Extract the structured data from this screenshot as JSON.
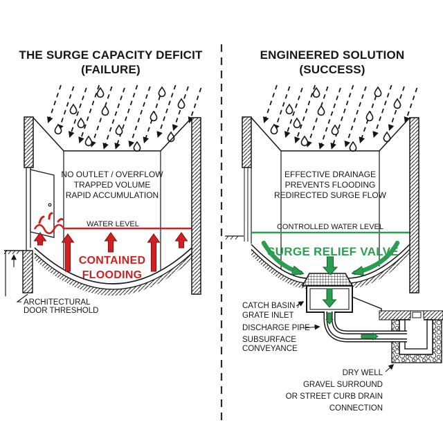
{
  "panels": {
    "left": {
      "title": "THE SURGE CAPACITY DEFICIT",
      "subtitle": "(FAILURE)",
      "info_lines": [
        "NO OUTLET / OVERFLOW",
        "TRAPPED VOLUME",
        "RAPID ACCUMULATION"
      ],
      "water_level_label": "WATER LEVEL",
      "flooding_label_lines": [
        "CONTAINED",
        "FLOODING"
      ],
      "threshold_label_lines": [
        "ARCHITECTURAL",
        "DOOR THRESHOLD"
      ]
    },
    "right": {
      "title": "ENGINEERED SOLUTION",
      "subtitle": "(SUCCESS)",
      "info_lines": [
        "EFFECTIVE DRAINAGE",
        "PREVENTS FLOODING",
        "REDIRECTED SURGE FLOW"
      ],
      "water_level_label": "CONTROLLED WATER LEVEL",
      "valve_label": "SURGE RELIEF VALVE",
      "labels": {
        "catch_basin_lines": [
          "CATCH BASIN /",
          "GRATE INLET"
        ],
        "discharge_pipe": "DISCHARGE PIPE",
        "conveyance_lines": [
          "SUBSURFACE",
          "CONVEYANCE"
        ],
        "dry_well_lines": [
          "DRY WELL",
          "GRAVEL SURROUND",
          "OR STREET CURB DRAIN",
          "CONNECTION"
        ]
      }
    }
  },
  "colors": {
    "failure_accent": "#cf2121",
    "success_accent": "#2a9d4f",
    "ink": "#161616"
  }
}
